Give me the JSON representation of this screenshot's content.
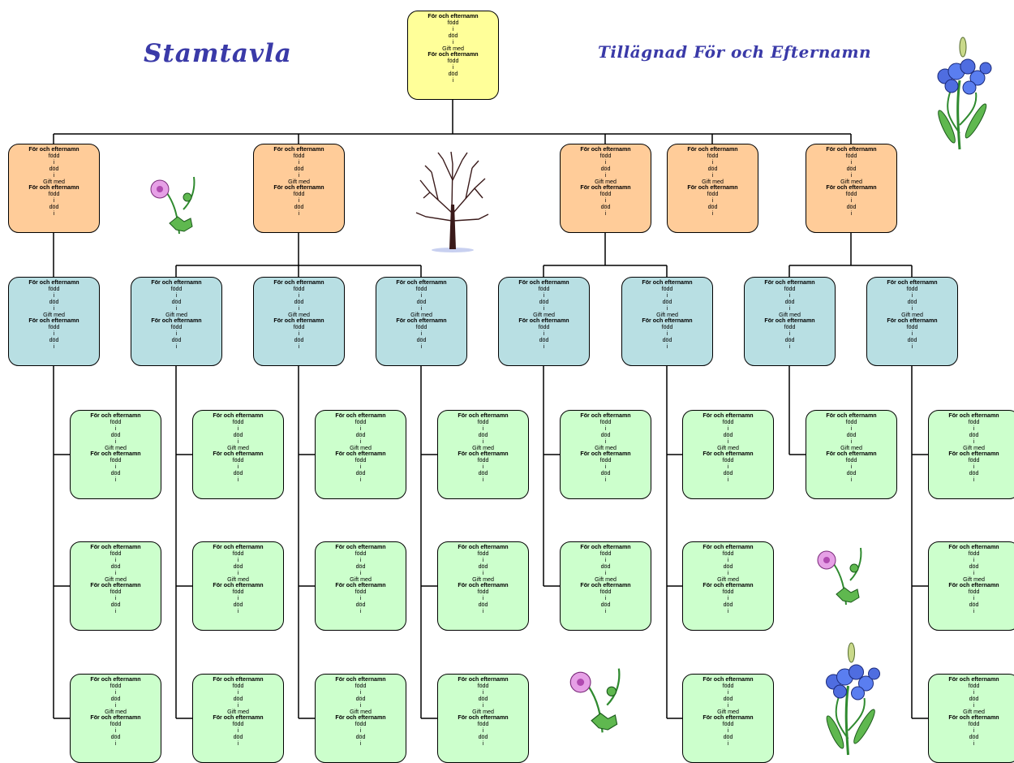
{
  "header": {
    "title": "Stamtavla",
    "dedication": "Tillägnad För och Efternamn"
  },
  "person_card": {
    "name": "För och efternamn",
    "born": "född",
    "place_born": "i",
    "died": "död",
    "place_died": "i",
    "married": "Gift  med",
    "spouse_name": "För och efternamn",
    "spouse_born": "född",
    "spouse_place_born": "i",
    "spouse_died": "död",
    "spouse_place_died": "i"
  },
  "colors": {
    "root": "#ffff99",
    "generation_1": "#ffcc99",
    "generation_2": "#b8dfe3",
    "generation_3": "#ccffcc",
    "title": "#3a3aa8"
  },
  "decorations": [
    "blue-flower-icon",
    "pink-flower-icon",
    "bare-tree-icon"
  ]
}
